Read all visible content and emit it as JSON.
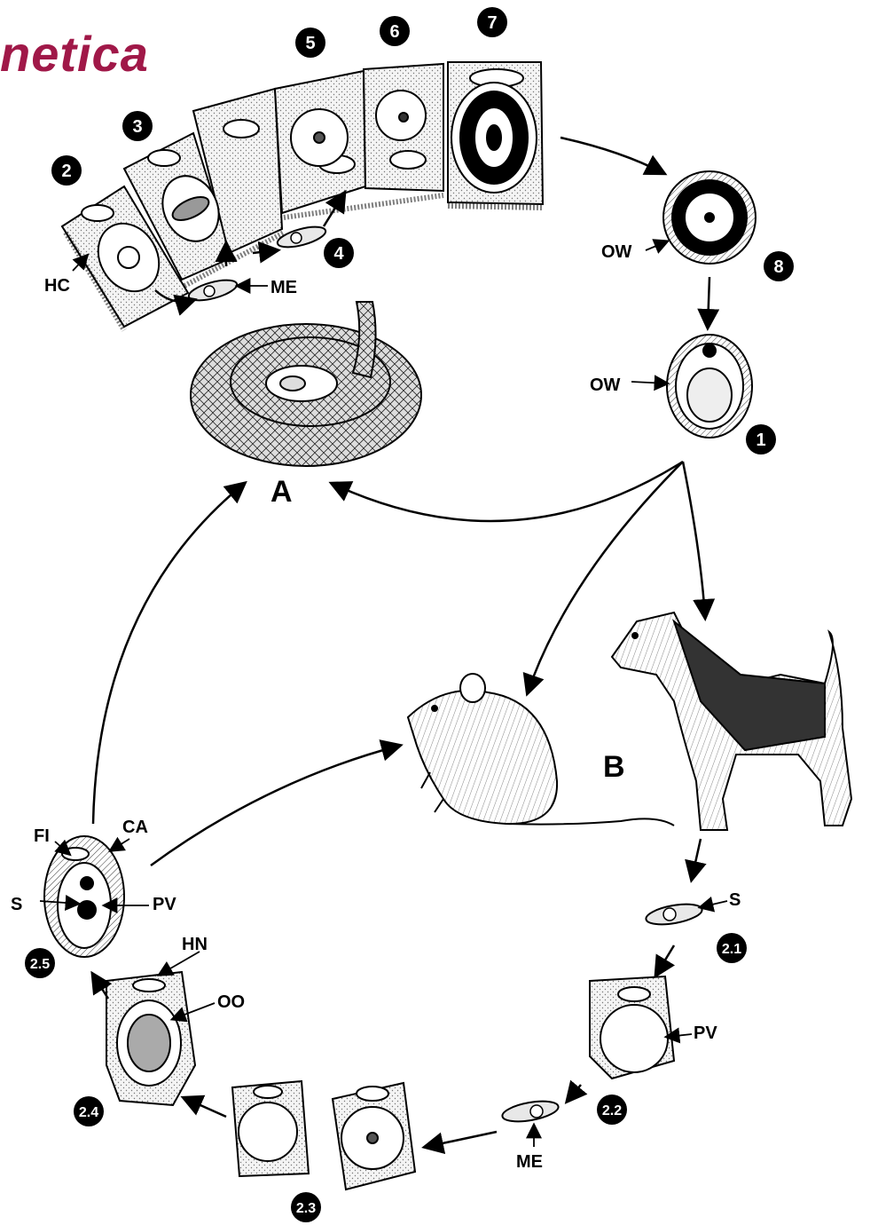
{
  "title": "netica",
  "hosts": {
    "definitive": "A",
    "intermediate": "B"
  },
  "stage_numbers": [
    "1",
    "2",
    "3",
    "4",
    "5",
    "6",
    "7",
    "8"
  ],
  "stage_sub_numbers": [
    "2.1",
    "2.2",
    "2.3",
    "2.4",
    "2.5"
  ],
  "labels": {
    "hc": "HC",
    "me": "ME",
    "ow": "OW",
    "s": "S",
    "pv": "PV",
    "fi": "FI",
    "ca": "CA",
    "hn": "HN",
    "oo": "OO"
  },
  "colors": {
    "title": "#a01848",
    "ink": "#000000",
    "cell_fill": "#ececec"
  },
  "icons": [
    "snake-drawing",
    "mouse-drawing",
    "dog-drawing"
  ]
}
